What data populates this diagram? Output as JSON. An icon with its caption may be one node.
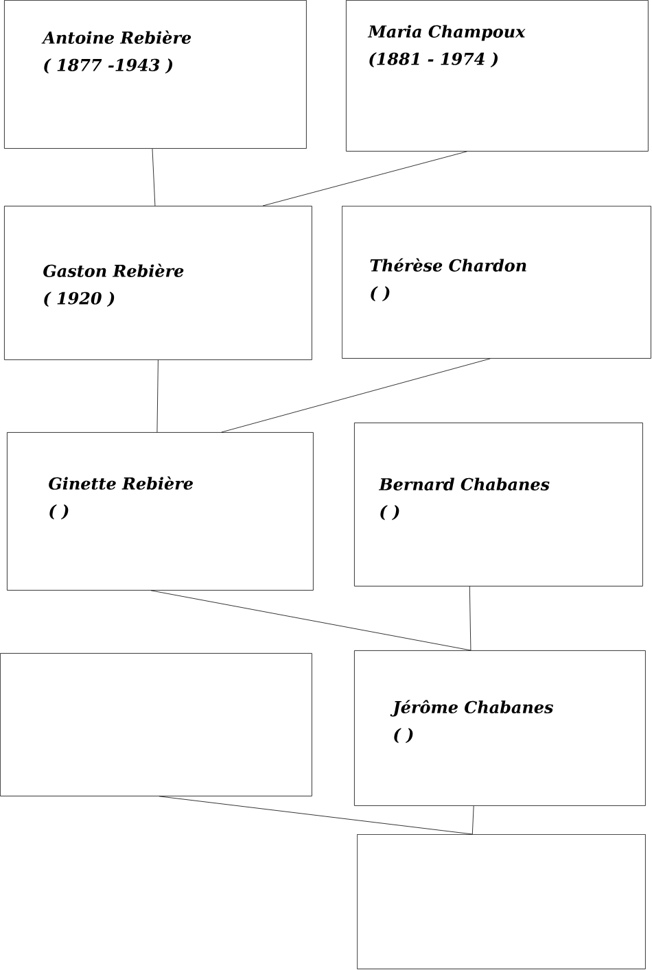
{
  "diagram": {
    "nodes": [
      {
        "text": [
          "Antoine Rebière",
          "( 1877 -1943 )"
        ]
      },
      {
        "text": [
          "Maria Champoux",
          "(1881 - 1974 )"
        ]
      },
      {
        "text": [
          "Gaston Rebière",
          "( 1920 )"
        ]
      },
      {
        "text": [
          "Thérèse Chardon",
          "( )"
        ]
      },
      {
        "text": [
          "Ginette Rebière",
          "( )"
        ]
      },
      {
        "text": [
          "Bernard Chabanes",
          "( )"
        ]
      },
      {
        "text": [],
        "shape": "box"
      },
      {
        "text": [
          "Jérôme Chabanes",
          "( )"
        ]
      },
      {
        "text": [],
        "shape": "box"
      }
    ],
    "edges": [
      {
        "from": 0,
        "to": 2,
        "arrow": "none"
      },
      {
        "from": 1,
        "to": 2,
        "arrow": "none"
      },
      {
        "from": 2,
        "to": 4,
        "arrow": "none"
      },
      {
        "from": 3,
        "to": 4,
        "arrow": "none"
      },
      {
        "from": 4,
        "to": 7,
        "arrow": "none"
      },
      {
        "from": 5,
        "to": 7,
        "arrow": "none"
      },
      {
        "from": 6,
        "to": 8,
        "arrow": "none"
      },
      {
        "from": 7,
        "to": 8,
        "arrow": "none"
      }
    ]
  }
}
